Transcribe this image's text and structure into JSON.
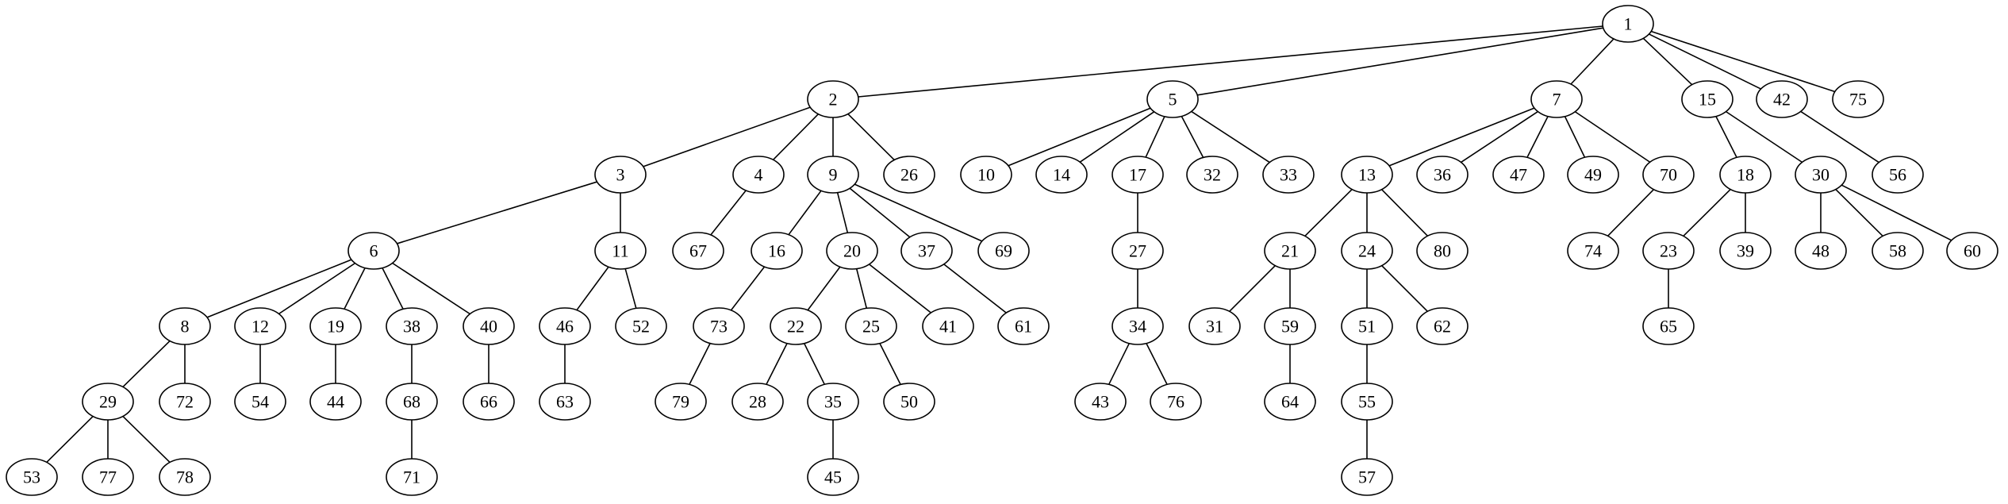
{
  "graph": {
    "root": "1",
    "children": {
      "1": [
        "2",
        "5",
        "7",
        "15",
        "42",
        "75"
      ],
      "2": [
        "3",
        "4",
        "9",
        "26"
      ],
      "5": [
        "10",
        "14",
        "17",
        "32",
        "33"
      ],
      "7": [
        "13",
        "36",
        "47",
        "49",
        "70"
      ],
      "15": [
        "18",
        "30"
      ],
      "42": [
        "56"
      ],
      "3": [
        "6",
        "11"
      ],
      "4": [
        "67"
      ],
      "9": [
        "16",
        "20",
        "37",
        "69"
      ],
      "17": [
        "27"
      ],
      "13": [
        "21",
        "24",
        "80"
      ],
      "70": [
        "74"
      ],
      "18": [
        "23",
        "39"
      ],
      "30": [
        "48",
        "58",
        "60"
      ],
      "6": [
        "8",
        "12",
        "19",
        "38",
        "40"
      ],
      "11": [
        "46",
        "52"
      ],
      "16": [
        "73"
      ],
      "20": [
        "22",
        "25",
        "41"
      ],
      "37": [
        "61"
      ],
      "27": [
        "34"
      ],
      "21": [
        "31",
        "59"
      ],
      "24": [
        "51",
        "62"
      ],
      "23": [
        "65"
      ],
      "8": [
        "29",
        "72"
      ],
      "12": [
        "54"
      ],
      "19": [
        "44"
      ],
      "38": [
        "68"
      ],
      "40": [
        "66"
      ],
      "46": [
        "63"
      ],
      "73": [
        "79"
      ],
      "22": [
        "28",
        "35"
      ],
      "25": [
        "50"
      ],
      "34": [
        "43",
        "76"
      ],
      "59": [
        "64"
      ],
      "51": [
        "55"
      ],
      "29": [
        "53",
        "77",
        "78"
      ],
      "68": [
        "71"
      ],
      "35": [
        "45"
      ],
      "55": [
        "57"
      ]
    }
  },
  "node_labels": {
    "1": "1",
    "2": "2",
    "3": "3",
    "4": "4",
    "5": "5",
    "6": "6",
    "7": "7",
    "8": "8",
    "9": "9",
    "10": "10",
    "11": "11",
    "12": "12",
    "13": "13",
    "14": "14",
    "15": "15",
    "16": "16",
    "17": "17",
    "18": "18",
    "19": "19",
    "20": "20",
    "21": "21",
    "22": "22",
    "23": "23",
    "24": "24",
    "25": "25",
    "26": "26",
    "27": "27",
    "28": "28",
    "29": "29",
    "30": "30",
    "31": "31",
    "32": "32",
    "33": "33",
    "34": "34",
    "35": "35",
    "36": "36",
    "37": "37",
    "38": "38",
    "39": "39",
    "40": "40",
    "41": "41",
    "42": "42",
    "43": "43",
    "44": "44",
    "45": "45",
    "46": "46",
    "47": "47",
    "48": "48",
    "49": "49",
    "50": "50",
    "51": "51",
    "52": "52",
    "53": "53",
    "54": "54",
    "55": "55",
    "56": "56",
    "57": "57",
    "58": "58",
    "59": "59",
    "60": "60",
    "61": "61",
    "62": "62",
    "63": "63",
    "64": "64",
    "65": "65",
    "66": "66",
    "67": "67",
    "68": "68",
    "69": "69",
    "70": "70",
    "71": "71",
    "72": "72",
    "73": "73",
    "74": "74",
    "75": "75",
    "76": "76",
    "77": "77",
    "78": "78",
    "79": "79",
    "80": "80"
  }
}
